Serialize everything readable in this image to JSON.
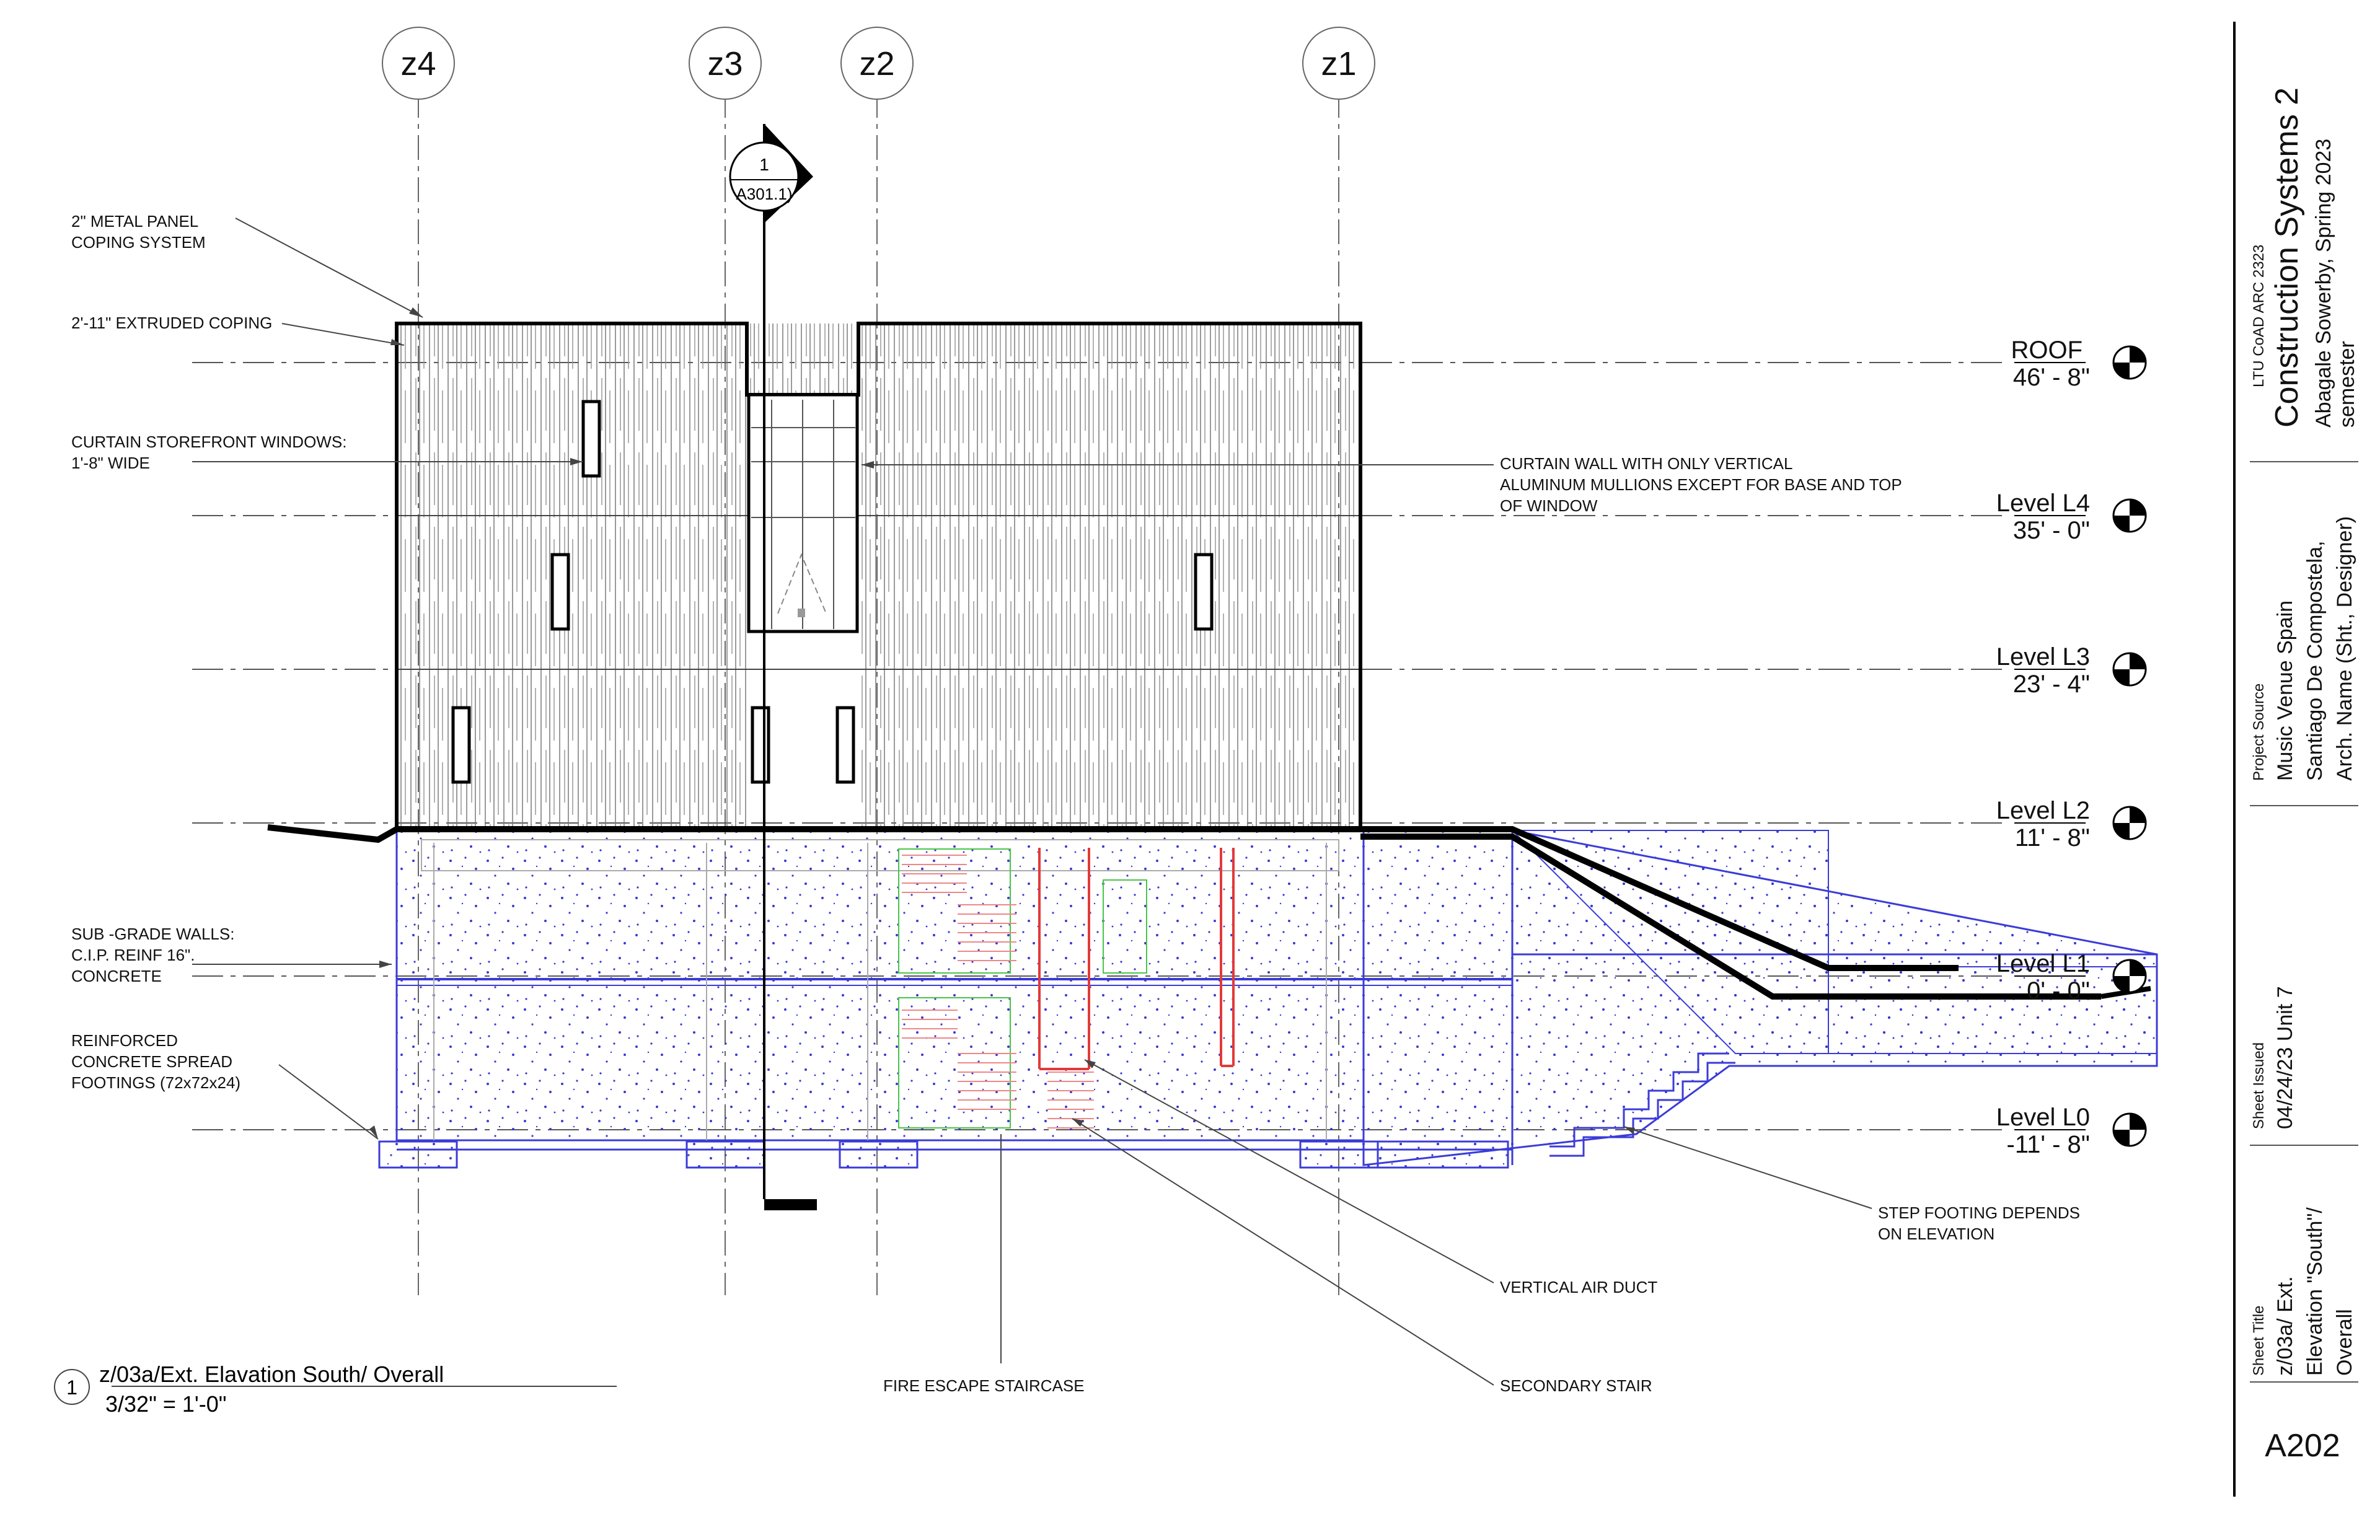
{
  "grid_lines": [
    {
      "tag": "z4"
    },
    {
      "tag": "z3"
    },
    {
      "tag": "z2"
    },
    {
      "tag": "z1"
    }
  ],
  "section_marker": {
    "number": "1",
    "sheet": "A301.1)"
  },
  "levels": [
    {
      "name": "ROOF",
      "elevation": "46' - 8\""
    },
    {
      "name": "Level L4",
      "elevation": "35' - 0\""
    },
    {
      "name": "Level L3",
      "elevation": "23' - 4\""
    },
    {
      "name": "Level L2",
      "elevation": "11' - 8\""
    },
    {
      "name": "Level L1",
      "elevation": "0' - 0\""
    },
    {
      "name": "Level L0",
      "elevation": "-11' - 8\""
    }
  ],
  "annotations": {
    "metal_panel_1": "2\" METAL PANEL",
    "metal_panel_2": "COPING SYSTEM",
    "extruded_coping": "2'-11\"  EXTRUDED COPING",
    "storefront_1": "CURTAIN STOREFRONT WINDOWS:",
    "storefront_2": "1'-8\" WIDE",
    "curtain_wall_1": "CURTAIN WALL WITH ONLY VERTICAL",
    "curtain_wall_2": "ALUMINUM MULLIONS EXCEPT FOR BASE AND TOP",
    "curtain_wall_3": "OF WINDOW",
    "subgrade_1": "SUB -GRADE WALLS:",
    "subgrade_2": "C.I.P. REINF 16\".",
    "subgrade_3": "CONCRETE",
    "footings_1": "REINFORCED",
    "footings_2": "CONCRETE SPREAD",
    "footings_3": "FOOTINGS (72x72x24)",
    "step_footing_1": "STEP FOOTING DEPENDS",
    "step_footing_2": "ON ELEVATION",
    "air_duct": "VERTICAL AIR DUCT",
    "fire_escape": "FIRE ESCAPE STAIRCASE",
    "secondary_stair": "SECONDARY STAIR"
  },
  "view_title": {
    "number": "1",
    "name": "z/03a/Ext. Elavation South/ Overall",
    "scale": "3/32\" = 1'-0\""
  },
  "title_block": {
    "course_small": "LTU CoAD ARC 2323",
    "course_title": "Construction Systems 2",
    "designer_line1": "Abagale Sowerby, Spring 2023",
    "designer_line2": "semester",
    "project_label": "Project Source",
    "project_line1": "Music Venue Spain",
    "project_line2": "Santiago De Compostela,",
    "project_line3": "Arch. Name (Sht., Designer)",
    "issued_label": "Sheet Issued",
    "issued_value": "04/24/23 Unit 7",
    "title_label": "Sheet Title",
    "title_line1": "z/03a/ Ext.",
    "title_line2": "Elevation \"South\"/",
    "title_line3": "Overall",
    "sheet_number": "A202"
  },
  "colors": {
    "ink": "#000000",
    "concrete_outline": "#3b3bd8",
    "concrete_dots": "#3a3ad0",
    "duct_red": "#e23a3a",
    "stair_green": "#49c449",
    "leader": "#444444"
  }
}
